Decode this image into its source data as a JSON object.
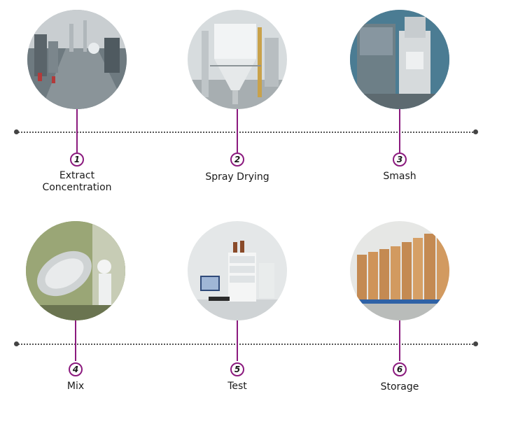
{
  "accent_color": "#8b1a7e",
  "steps": [
    {
      "number": "1",
      "label_lines": [
        "Extract",
        "Concentration"
      ],
      "image": "factory-interior-photo"
    },
    {
      "number": "2",
      "label_lines": [
        "Spray Drying"
      ],
      "image": "spray-dryer-photo"
    },
    {
      "number": "3",
      "label_lines": [
        "Smash"
      ],
      "image": "crusher-machine-photo"
    },
    {
      "number": "4",
      "label_lines": [
        "Mix"
      ],
      "image": "mixing-drum-photo"
    },
    {
      "number": "5",
      "label_lines": [
        "Test"
      ],
      "image": "lab-equipment-photo"
    },
    {
      "number": "6",
      "label_lines": [
        "Storage"
      ],
      "image": "drum-storage-photo"
    }
  ]
}
